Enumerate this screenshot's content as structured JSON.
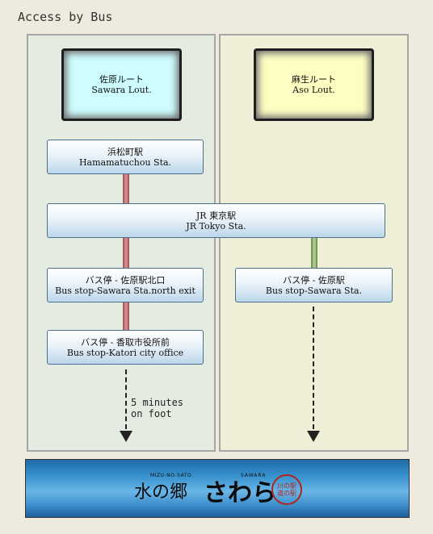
{
  "title": "Access by Bus",
  "routes": {
    "left": {
      "jp": "佐原ルート",
      "en": "Sawara Lout."
    },
    "right": {
      "jp": "麻生ルート",
      "en": "Aso Lout."
    }
  },
  "stops": {
    "hamamatsucho": {
      "jp": "浜松町駅",
      "en": "Hamamatuchou Sta."
    },
    "tokyo": {
      "jp": "JR 東京駅",
      "en": "JR Tokyo Sta."
    },
    "sawara_north": {
      "jp": "バス停 - 佐原駅北口",
      "en": "Bus stop-Sawara Sta.north exit"
    },
    "katori": {
      "jp": "バス停 - 香取市役所前",
      "en": "Bus stop-Katori city office"
    },
    "sawara_sta": {
      "jp": "バス停 - 佐原駅",
      "en": "Bus stop-Sawara Sta."
    }
  },
  "walk_note": "5 minutes\non foot",
  "banner": {
    "small_en": "MIZU-NO-SATO",
    "small_en2": "SAWARA",
    "name_jp": "水の郷",
    "name_script": "さわら",
    "seal_text": "川の駅 道の駅"
  },
  "colors": {
    "left_route_line": "#c98a8c",
    "right_route_line": "#a6c48d",
    "left_panel": "#e4ece2",
    "right_panel": "#efeed7"
  }
}
